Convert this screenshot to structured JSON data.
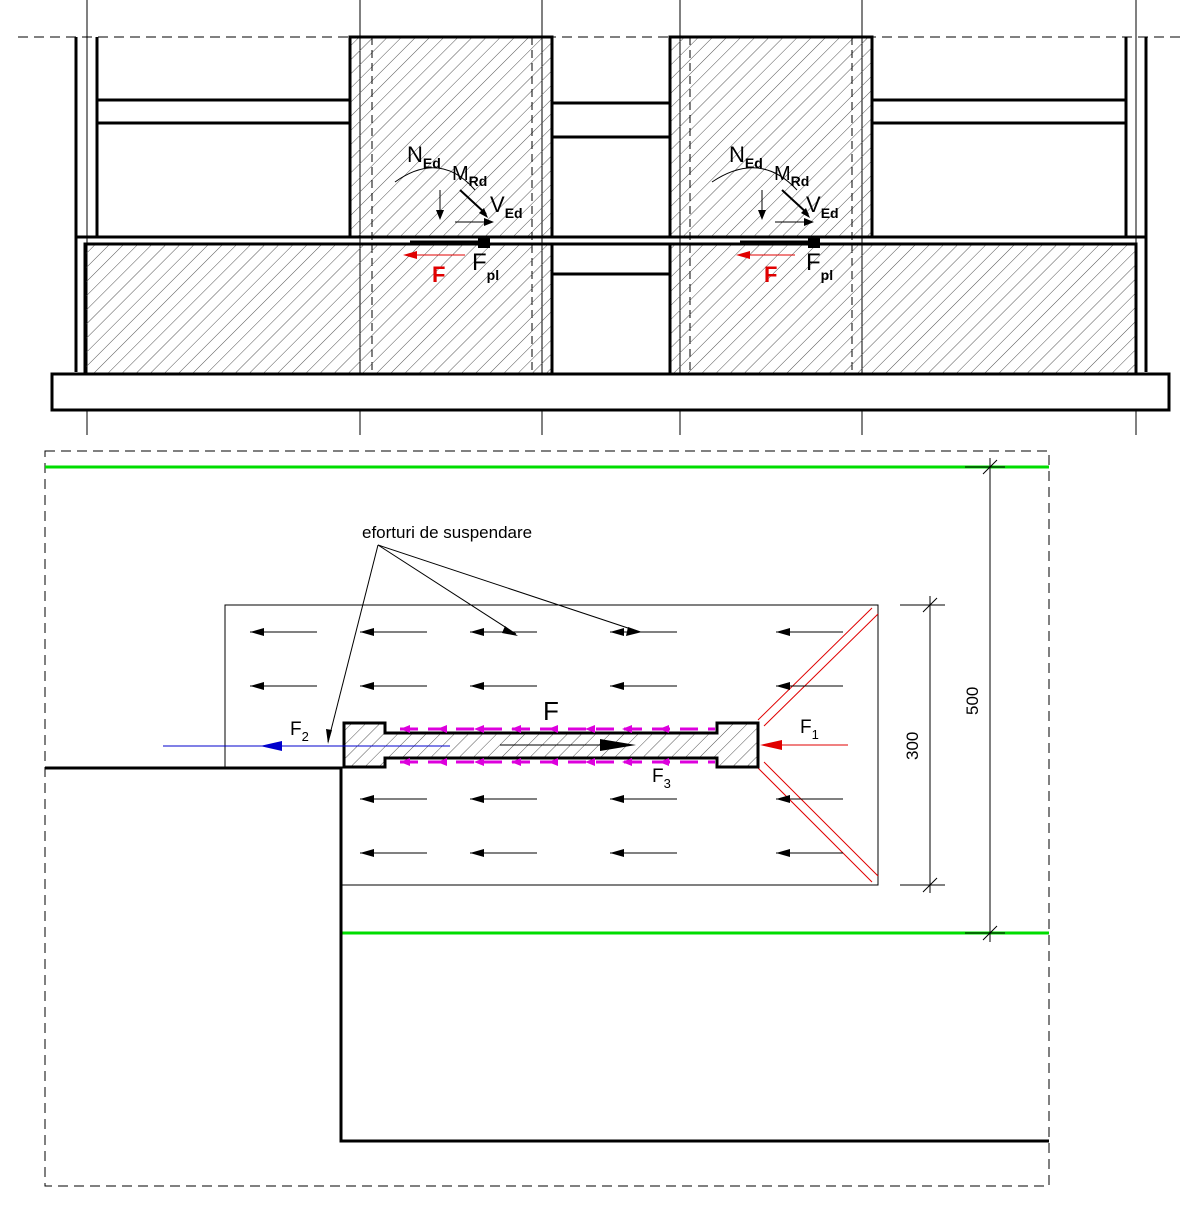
{
  "colors": {
    "line": "#000000",
    "force_red": "#e00000",
    "force_blue": "#0000cc",
    "guide_green": "#00dd00",
    "bond_magenta": "#dd00dd",
    "hatch": "#444444"
  },
  "top_view": {
    "left_detail": {
      "n_main": "N",
      "n_sub": "Ed",
      "m_main": "M",
      "m_sub": "Rd",
      "v_main": "V",
      "v_sub": "Ed",
      "fpl_main": "F",
      "fpl_sub": "pl",
      "f_label": "F"
    },
    "right_detail": {
      "n_main": "N",
      "n_sub": "Ed",
      "m_main": "M",
      "m_sub": "Rd",
      "v_main": "V",
      "v_sub": "Ed",
      "fpl_main": "F",
      "fpl_sub": "pl",
      "f_label": "F"
    }
  },
  "bottom_view": {
    "annotation": "eforturi de suspendare",
    "force_f": "F",
    "force_f1_main": "F",
    "force_f1_sub": "1",
    "force_f2_main": "F",
    "force_f2_sub": "2",
    "force_f3_main": "F",
    "force_f3_sub": "3",
    "dim_inner": "300",
    "dim_outer": "500"
  }
}
